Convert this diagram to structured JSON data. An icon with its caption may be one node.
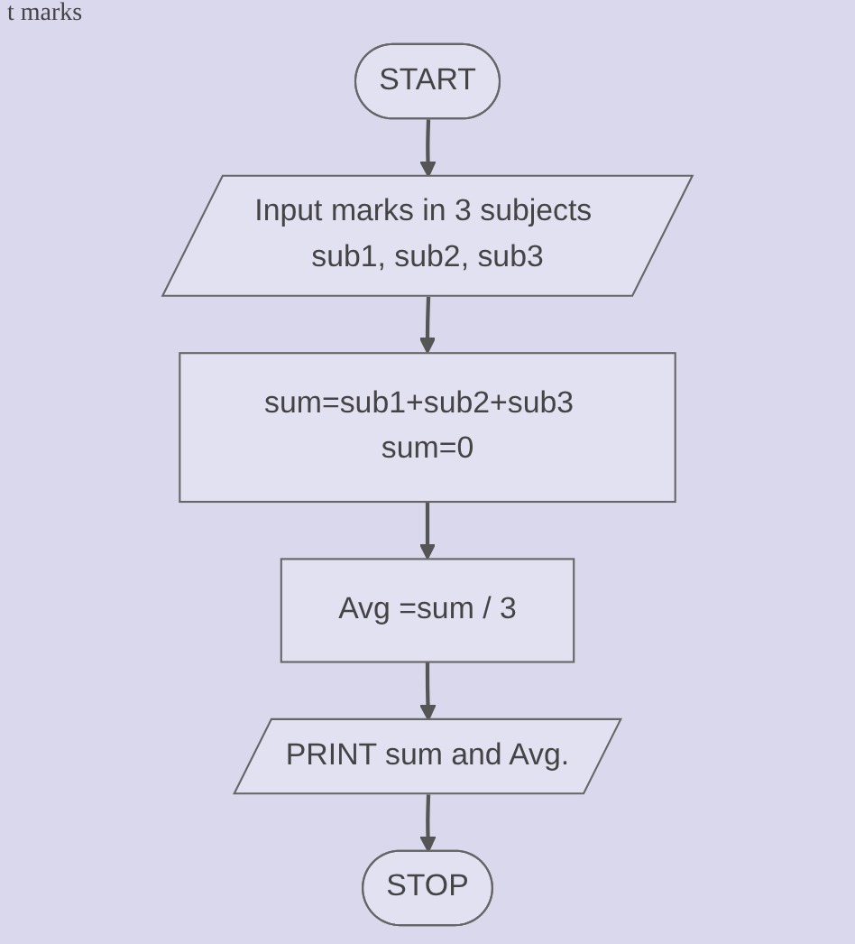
{
  "diagram": {
    "nodes": [
      {
        "text": [
          "START"
        ]
      },
      {
        "text": [
          "Input marks in 3 subjects sub1, sub2, sub3"
        ]
      },
      {
        "text": [
          "sum=sub1+sub2+sub3  sum=0"
        ]
      },
      {
        "text": [
          "Avg =sum / 3"
        ]
      },
      {
        "text": [
          "PRINT sum and Avg."
        ]
      },
      {
        "text": [
          "STOP"
        ]
      }
    ],
    "edges": [
      {
        "from": 0,
        "to": 1,
        "arrow": "to"
      },
      {
        "from": 1,
        "to": 2,
        "arrow": "to"
      },
      {
        "from": 2,
        "to": 3,
        "arrow": "to"
      },
      {
        "from": 3,
        "to": 4,
        "arrow": "to"
      },
      {
        "from": 4,
        "to": 5,
        "arrow": "to"
      }
    ],
    "labels": [
      "t marks"
    ]
  }
}
